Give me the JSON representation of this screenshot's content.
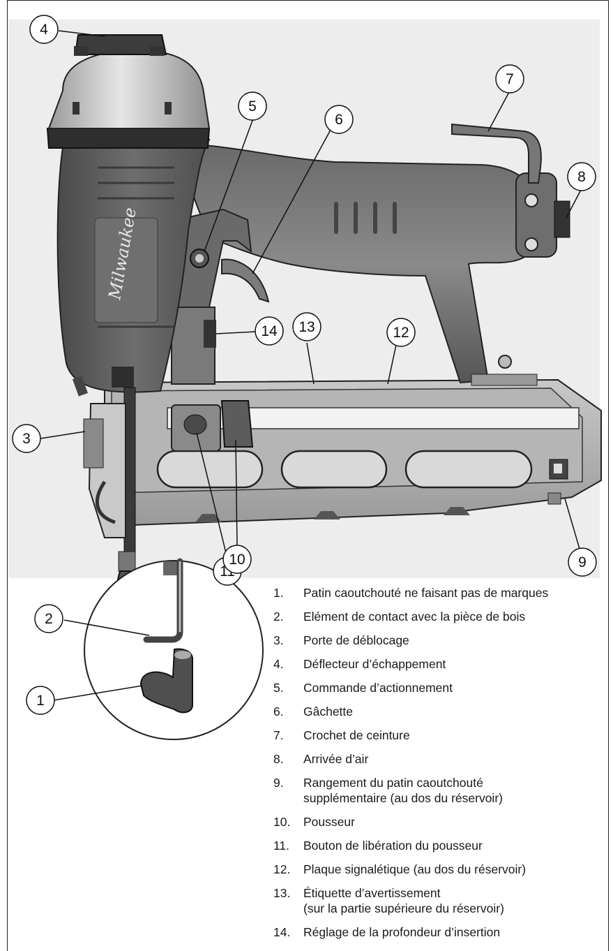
{
  "callouts": [
    "1",
    "2",
    "3",
    "4",
    "5",
    "6",
    "7",
    "8",
    "9",
    "10",
    "11",
    "12",
    "13",
    "14"
  ],
  "brand_logo_text": "Milwaukee",
  "legend": [
    {
      "num": "1.",
      "text": "Patin caoutchouté ne faisant pas de marques"
    },
    {
      "num": "2.",
      "text": "Elément de contact avec la pièce de bois"
    },
    {
      "num": "3.",
      "text": "Porte de déblocage"
    },
    {
      "num": "4.",
      "text": "Déflecteur d’échappement"
    },
    {
      "num": "5.",
      "text": "Commande d’actionnement"
    },
    {
      "num": "6.",
      "text": "Gâchette"
    },
    {
      "num": "7.",
      "text": "Crochet de ceinture"
    },
    {
      "num": "8.",
      "text": "Arrivée d’air"
    },
    {
      "num": "9.",
      "text": "Rangement du patin caoutchouté",
      "text2": "supplémentaire (au dos du réservoir)"
    },
    {
      "num": "10.",
      "text": "Pousseur"
    },
    {
      "num": "11.",
      "text": "Bouton de libération du pousseur"
    },
    {
      "num": "12.",
      "text": "Plaque signalétique (au dos du réservoir)"
    },
    {
      "num": "13.",
      "text": "Étiquette d’avertissement",
      "text2": "(sur la partie supérieure du réservoir)"
    },
    {
      "num": "14.",
      "text": "Réglage de la profondeur d’insertion"
    }
  ],
  "colors": {
    "tool_dark": "#5b5b5b",
    "tool_mid": "#8c8c8c",
    "tool_light": "#bdbdbd",
    "panel_bg": "#ececec",
    "outline": "#1a1a1a"
  }
}
